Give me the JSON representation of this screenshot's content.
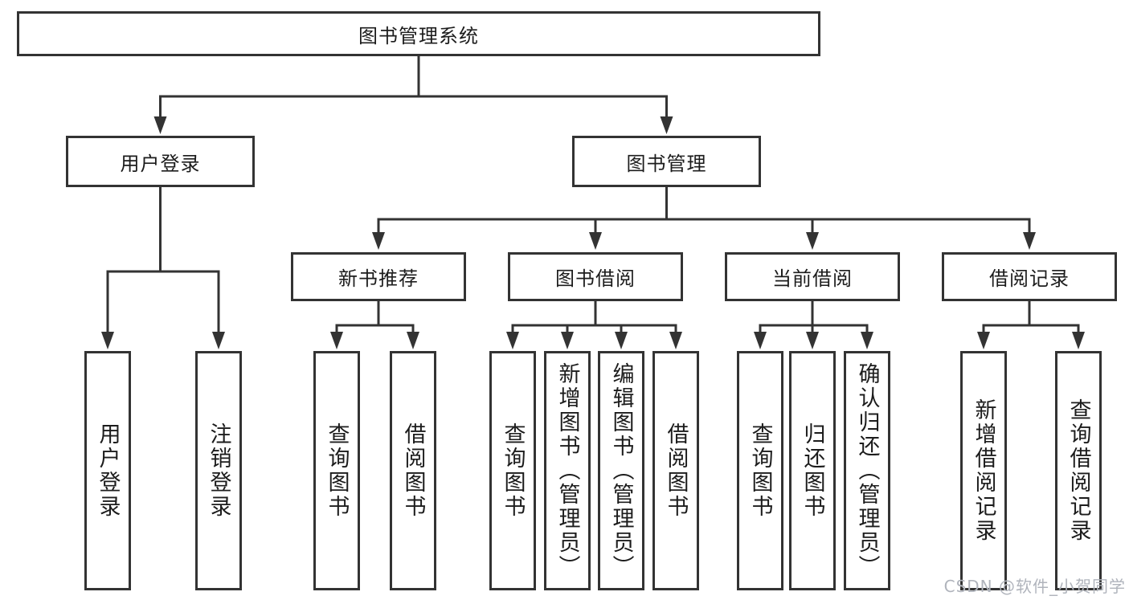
{
  "diagram": {
    "line_color": "#333333",
    "border_color": "#333333",
    "text_color": "#1c1c1c",
    "nodes": {
      "root": "图书管理系统",
      "user_login": "用户登录",
      "book_management": "图书管理",
      "new_book_recommend": "新书推荐",
      "book_borrow": "图书借阅",
      "current_borrow": "当前借阅",
      "borrow_record": "借阅记录",
      "user_login_leaf": "用户登录",
      "logout_leaf": "注销登录",
      "rec_query_book": "查询图书",
      "rec_borrow_book": "借阅图书",
      "bb_query_book": "查询图书",
      "bb_add_book": "新增图书（管理员）",
      "bb_edit_book": "编辑图书（管理员）",
      "bb_borrow_book": "借阅图书",
      "cb_query_book": "查询图书",
      "cb_return_book": "归还图书",
      "cb_confirm_return": "确认归还（管理员）",
      "br_add_record": "新增借阅记录",
      "br_query_record": "查询借阅记录"
    }
  },
  "watermark": {
    "text": "CSDN @软件_小贺同学",
    "color": "#b0b4bc"
  }
}
